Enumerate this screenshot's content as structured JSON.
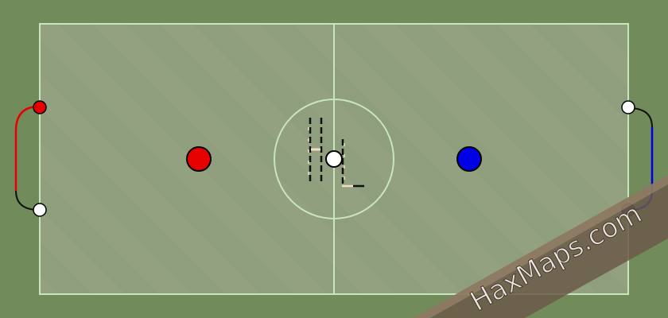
{
  "colors": {
    "background": "#718c5a",
    "field_fill": "#8f9e7c",
    "field_line": "#c7e6bd",
    "red_team": "#e60000",
    "blue_team": "#0000e6",
    "ball": "#ffffff",
    "logo_cream": "#f0dfc0",
    "watermark_band": "#7a6a5a",
    "watermark_text": "#ffffff"
  },
  "players": [
    {
      "team": "red",
      "icon": "player-disc"
    },
    {
      "team": "blue",
      "icon": "player-disc"
    }
  ],
  "ball": {
    "icon": "ball-disc"
  },
  "watermark": {
    "text": "HaxMaps.com"
  },
  "logo": {
    "text": "HL"
  }
}
